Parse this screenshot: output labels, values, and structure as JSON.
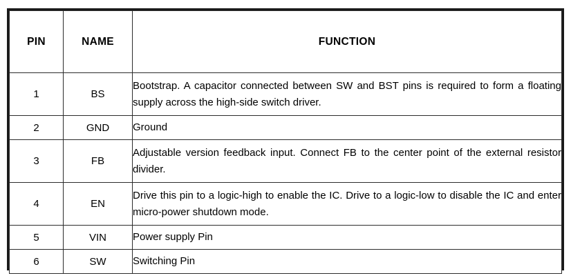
{
  "table": {
    "headers": {
      "pin": "PIN",
      "name": "NAME",
      "function": "FUNCTION"
    },
    "rows": [
      {
        "pin": "1",
        "name": "BS",
        "function": "Bootstrap. A capacitor connected between SW and BST pins is required to form a floating supply across the high-side switch driver."
      },
      {
        "pin": "2",
        "name": "GND",
        "function": "Ground"
      },
      {
        "pin": "3",
        "name": "FB",
        "function": "Adjustable version feedback input. Connect FB to the center point of the external resistor divider."
      },
      {
        "pin": "4",
        "name": "EN",
        "function": "Drive this pin to a logic-high to enable the IC. Drive to a logic-low to disable the IC and enter micro-power shutdown mode."
      },
      {
        "pin": "5",
        "name": "VIN",
        "function": "Power supply Pin"
      },
      {
        "pin": "6",
        "name": "SW",
        "function": "Switching Pin"
      }
    ]
  },
  "colors": {
    "outer_border": "#1a1a1a",
    "inner_border": "#2b2b2b",
    "text": "#000000",
    "background": "#ffffff"
  }
}
